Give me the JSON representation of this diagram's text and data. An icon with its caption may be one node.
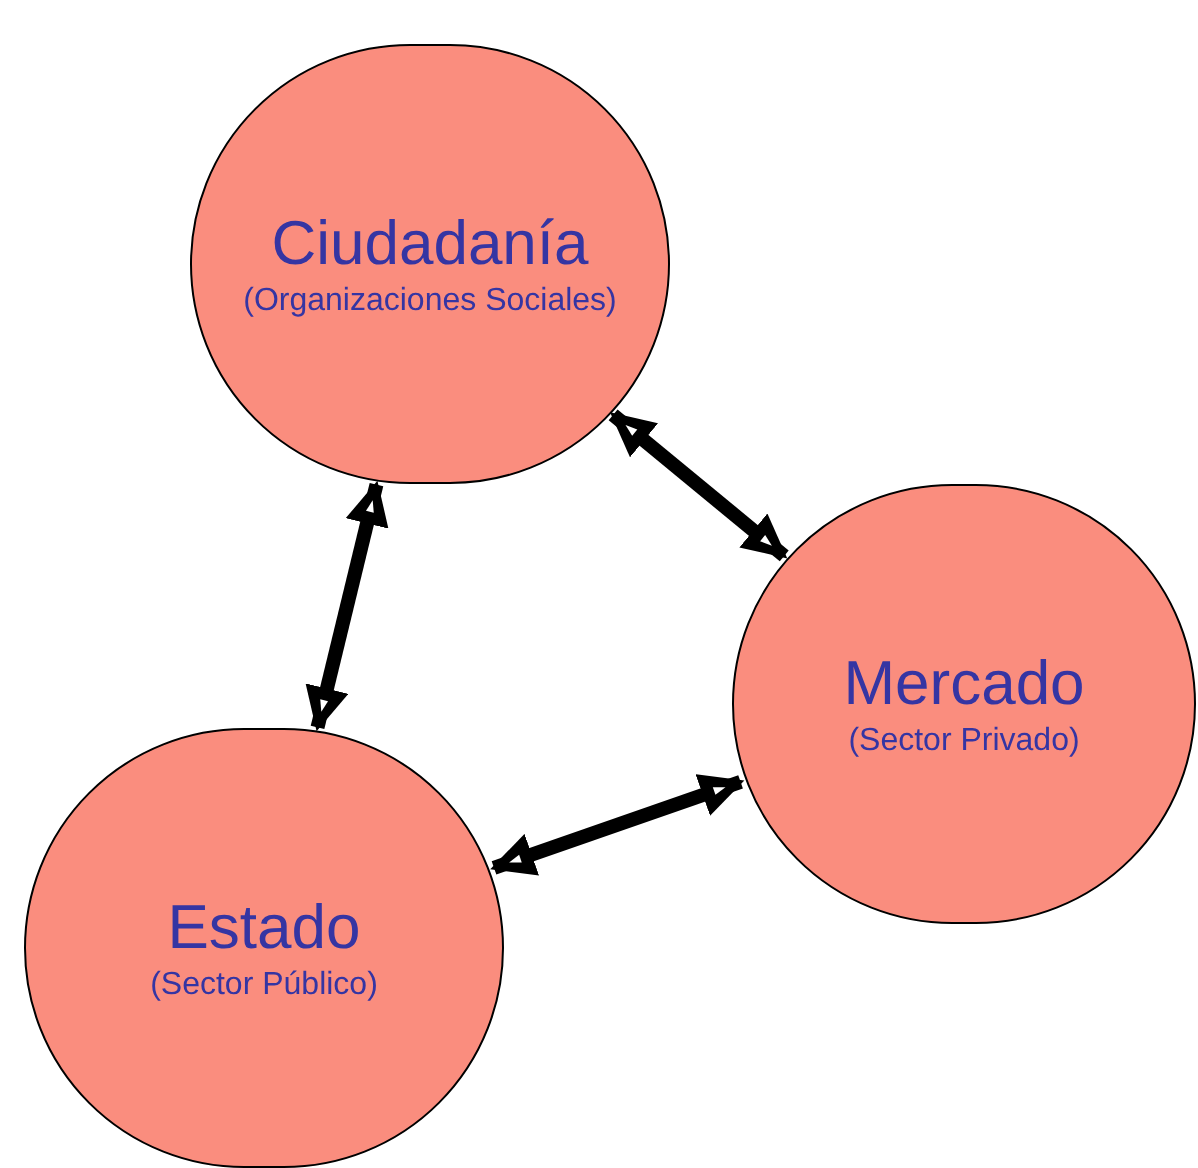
{
  "diagram": {
    "nodes": [
      {
        "text": [
          "Ciudadanía",
          "(Organizaciones Sociales)"
        ]
      },
      {
        "text": [
          "Mercado",
          "(Sector Privado)"
        ]
      },
      {
        "text": [
          "Estado",
          "(Sector Público)"
        ]
      }
    ],
    "edges": [
      {
        "from": 0,
        "to": 2,
        "arrow": "both"
      },
      {
        "from": 0,
        "to": 1,
        "arrow": "both"
      },
      {
        "from": 2,
        "to": 1,
        "arrow": "both"
      }
    ]
  }
}
